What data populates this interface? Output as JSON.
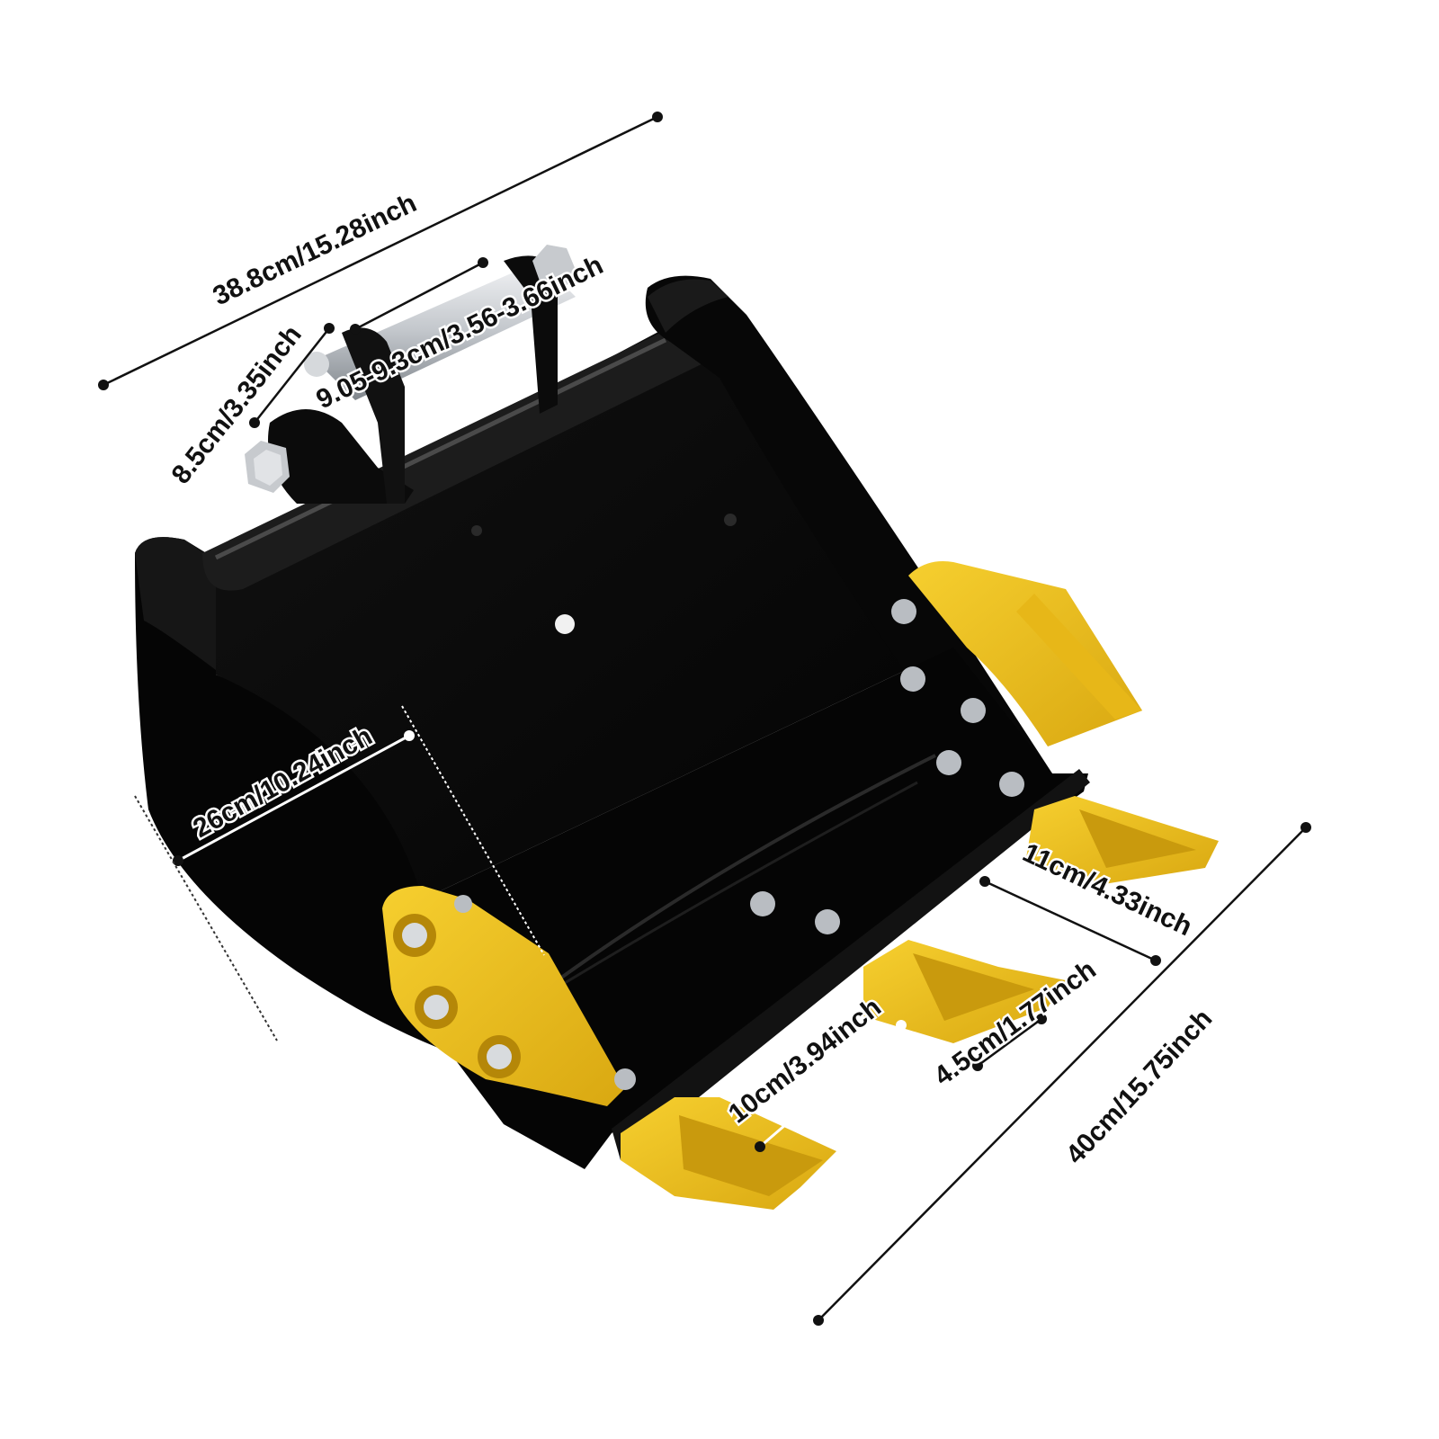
{
  "product": {
    "name": "mini excavator bucket",
    "colors": {
      "body": "#0a0a0a",
      "teeth": "#f2c21b",
      "teeth_shadow": "#c89a0c",
      "pin": "#c9ccd1"
    }
  },
  "dimensions": {
    "top_width": "38.8cm/15.28inch",
    "ear_height": "8.5cm/3.35inch",
    "pin_span": "9.05-9.3cm/3.56-3.66inch",
    "depth": "26cm/10.24inch",
    "tooth_length": "11cm/4.33inch",
    "tooth_width": "4.5cm/1.77inch",
    "tooth_spacing": "10cm/3.94inch",
    "bottom_width": "40cm/15.75inch"
  }
}
